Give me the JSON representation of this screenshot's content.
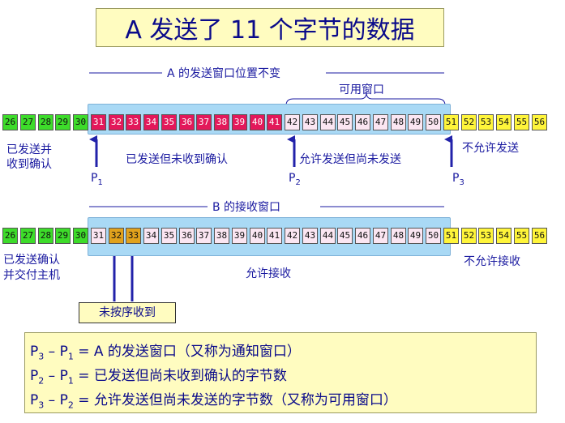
{
  "title": "A 发送了 11 个字节的数据",
  "send": {
    "window_label": "A 的发送窗口位置不变",
    "usable_label": "可用窗口",
    "left_label": "已发送并\n收到确认",
    "sent_unacked_label": "已发送但未收到确认",
    "allowed_label": "允许发送但尚未发送",
    "not_allowed_label": "不允许发送",
    "pointers": [
      "P",
      "P",
      "P"
    ],
    "pointer_subs": [
      "1",
      "2",
      "3"
    ],
    "cells": [
      {
        "n": "26",
        "c": "green"
      },
      {
        "n": "27",
        "c": "green"
      },
      {
        "n": "28",
        "c": "green"
      },
      {
        "n": "29",
        "c": "green"
      },
      {
        "n": "30",
        "c": "green"
      },
      {
        "n": "31",
        "c": "red"
      },
      {
        "n": "32",
        "c": "red"
      },
      {
        "n": "33",
        "c": "red"
      },
      {
        "n": "34",
        "c": "red"
      },
      {
        "n": "35",
        "c": "red"
      },
      {
        "n": "36",
        "c": "red"
      },
      {
        "n": "37",
        "c": "red"
      },
      {
        "n": "38",
        "c": "red"
      },
      {
        "n": "39",
        "c": "red"
      },
      {
        "n": "40",
        "c": "red"
      },
      {
        "n": "41",
        "c": "red"
      },
      {
        "n": "42",
        "c": "pink"
      },
      {
        "n": "43",
        "c": "pink"
      },
      {
        "n": "44",
        "c": "pink"
      },
      {
        "n": "45",
        "c": "pink"
      },
      {
        "n": "46",
        "c": "pink"
      },
      {
        "n": "47",
        "c": "pink"
      },
      {
        "n": "48",
        "c": "pink"
      },
      {
        "n": "49",
        "c": "pink"
      },
      {
        "n": "50",
        "c": "pink"
      },
      {
        "n": "51",
        "c": "yellow"
      },
      {
        "n": "52",
        "c": "yellow"
      },
      {
        "n": "53",
        "c": "yellow"
      },
      {
        "n": "54",
        "c": "yellow"
      },
      {
        "n": "55",
        "c": "yellow"
      },
      {
        "n": "56",
        "c": "yellow"
      }
    ]
  },
  "recv": {
    "window_label": "B 的接收窗口",
    "left_label": "已发送确认\n并交付主机",
    "allowed_label": "允许接收",
    "not_allowed_label": "不允许接收",
    "note": "未按序收到",
    "cells": [
      {
        "n": "26",
        "c": "green"
      },
      {
        "n": "27",
        "c": "green"
      },
      {
        "n": "28",
        "c": "green"
      },
      {
        "n": "29",
        "c": "green"
      },
      {
        "n": "30",
        "c": "green"
      },
      {
        "n": "31",
        "c": "pink"
      },
      {
        "n": "32",
        "c": "orange"
      },
      {
        "n": "33",
        "c": "orange"
      },
      {
        "n": "34",
        "c": "pink"
      },
      {
        "n": "35",
        "c": "pink"
      },
      {
        "n": "36",
        "c": "pink"
      },
      {
        "n": "37",
        "c": "pink"
      },
      {
        "n": "38",
        "c": "pink"
      },
      {
        "n": "39",
        "c": "pink"
      },
      {
        "n": "40",
        "c": "pink"
      },
      {
        "n": "41",
        "c": "pink"
      },
      {
        "n": "42",
        "c": "pink"
      },
      {
        "n": "43",
        "c": "pink"
      },
      {
        "n": "44",
        "c": "pink"
      },
      {
        "n": "45",
        "c": "pink"
      },
      {
        "n": "46",
        "c": "pink"
      },
      {
        "n": "47",
        "c": "pink"
      },
      {
        "n": "48",
        "c": "pink"
      },
      {
        "n": "49",
        "c": "pink"
      },
      {
        "n": "50",
        "c": "pink"
      },
      {
        "n": "51",
        "c": "yellow"
      },
      {
        "n": "52",
        "c": "yellow"
      },
      {
        "n": "53",
        "c": "yellow"
      },
      {
        "n": "54",
        "c": "yellow"
      },
      {
        "n": "55",
        "c": "yellow"
      },
      {
        "n": "56",
        "c": "yellow"
      }
    ]
  },
  "formulas": [
    {
      "a": "P",
      "as": "3",
      "b": "P",
      "bs": "1",
      "rest": " = A 的发送窗口（又称为通知窗口）"
    },
    {
      "a": "P",
      "as": "2",
      "b": "P",
      "bs": "1",
      "rest": " = 已发送但尚未收到确认的字节数"
    },
    {
      "a": "P",
      "as": "3",
      "b": "P",
      "bs": "2",
      "rest": " = 允许发送但尚未发送的字节数（又称为可用窗口）"
    }
  ],
  "colors": {
    "green": "#3ddc2a",
    "red": "#e3185a",
    "pink": "#fbe6f2",
    "yellow": "#fff53a",
    "orange": "#e1a21c",
    "window": "#a9d9f5",
    "arrow": "#2222aa"
  }
}
